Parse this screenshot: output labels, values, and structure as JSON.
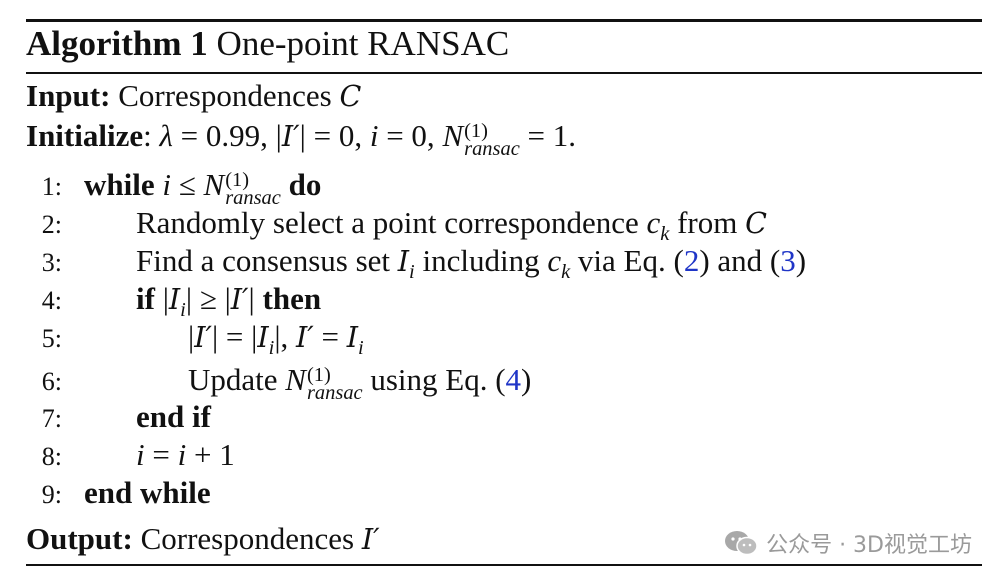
{
  "algorithm": {
    "label": "Algorithm 1",
    "name": "One-point RANSAC"
  },
  "input": {
    "label": "Input:",
    "text": "Correspondences",
    "symbol": "C"
  },
  "initialize": {
    "label": "Initialize",
    "colon": ":",
    "lambda": "λ",
    "eq1": " = 0.99, |",
    "Iprime": "I′",
    "eq2": "| = 0, ",
    "i": "i",
    "eq3": " = 0, ",
    "N": "N",
    "sup": "(1)",
    "sub": "ransac",
    "eq4": " = 1."
  },
  "steps": [
    {
      "n": "1:",
      "kw": "while",
      "rest_math_i": "i",
      "le": " ≤ ",
      "N": "N",
      "sup": "(1)",
      "sub": "ransac",
      "kw2": "do"
    },
    {
      "n": "2:",
      "text1": "Randomly select a point correspondence ",
      "c": "c",
      "k": "k",
      "text2": " from ",
      "C": "C"
    },
    {
      "n": "3:",
      "text1": "Find a consensus set ",
      "I": "I",
      "isub": "i",
      "text2": " including ",
      "c": "c",
      "k": "k",
      "text3": " via Eq. (",
      "ref1": "2",
      "text4": ") and (",
      "ref2": "3",
      "text5": ")"
    },
    {
      "n": "4:",
      "kw": "if",
      "expr1": " |",
      "I": "I",
      "isub": "i",
      "expr2": "| ≥ |",
      "Ip": "I′",
      "expr3": "| ",
      "kw2": "then"
    },
    {
      "n": "5:",
      "expr1": "|",
      "Ip": "I′",
      "expr2": "| = |",
      "I": "I",
      "isub": "i",
      "expr3": "|, ",
      "Ip2": "I′",
      "expr4": " = ",
      "I2": "I",
      "isub2": "i"
    },
    {
      "n": "6:",
      "text1": "Update ",
      "N": "N",
      "sup": "(1)",
      "sub": "ransac",
      "text2": " using Eq. (",
      "ref": "4",
      "text3": ")"
    },
    {
      "n": "7:",
      "kw": "end if"
    },
    {
      "n": "8:",
      "i1": "i",
      "eq": " = ",
      "i2": "i",
      "plus": " + 1"
    },
    {
      "n": "9:",
      "kw": "end while"
    }
  ],
  "output": {
    "label": "Output:",
    "text": "Correspondences",
    "symbol": "I′"
  },
  "watermark": {
    "text": "公众号 · 3D视觉工坊"
  }
}
